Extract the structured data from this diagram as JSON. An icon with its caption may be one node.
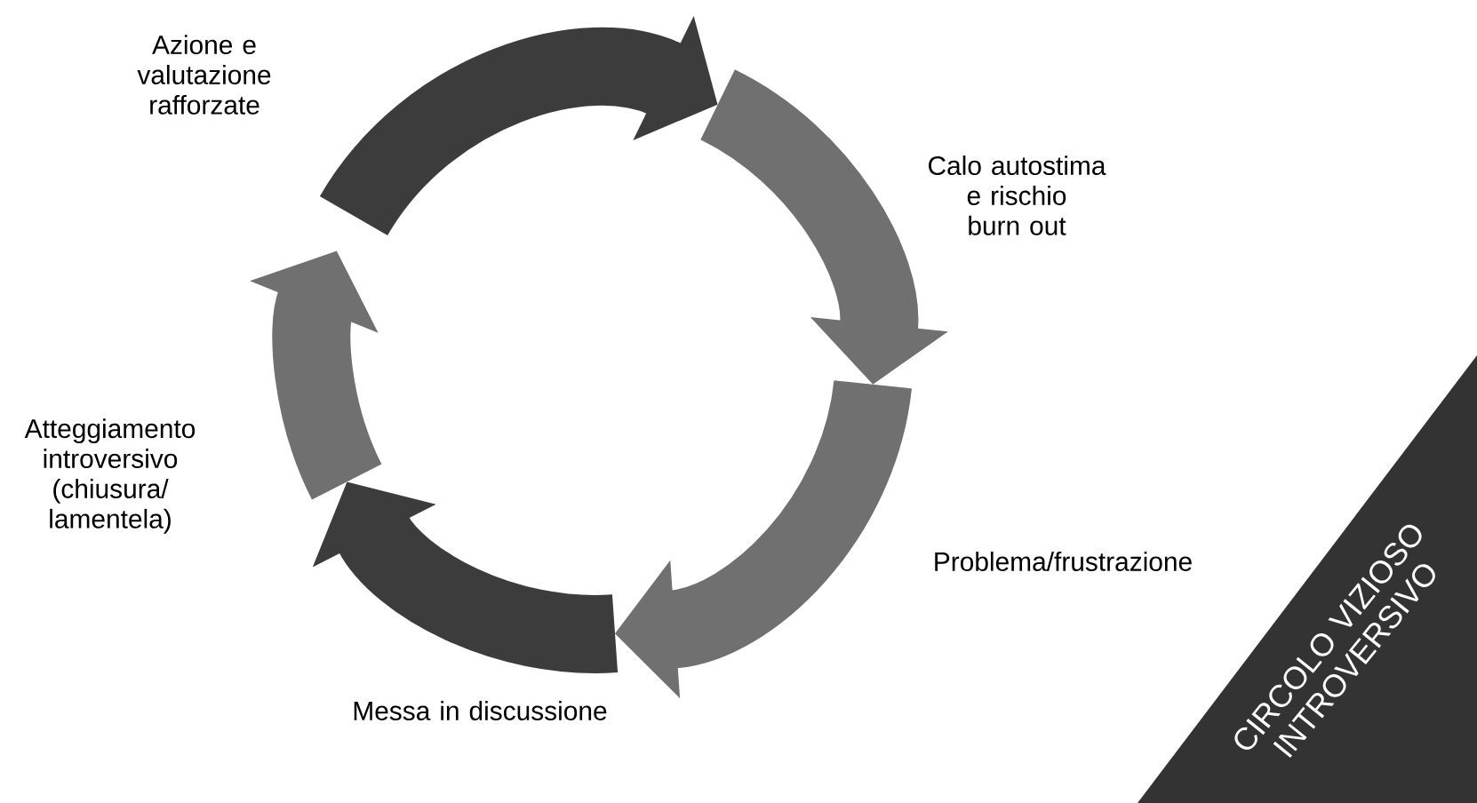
{
  "diagram": {
    "title": "CIRCOLO VIZIOSO INTROVERSIVO",
    "labels": [
      "Azione e valutazione rafforzate",
      "Calo autostima e rischio burn out",
      "Atteggiamento introversivo (chiusura/ lamentela)",
      "Problema/frustrazione",
      "Messa in discussione"
    ]
  }
}
